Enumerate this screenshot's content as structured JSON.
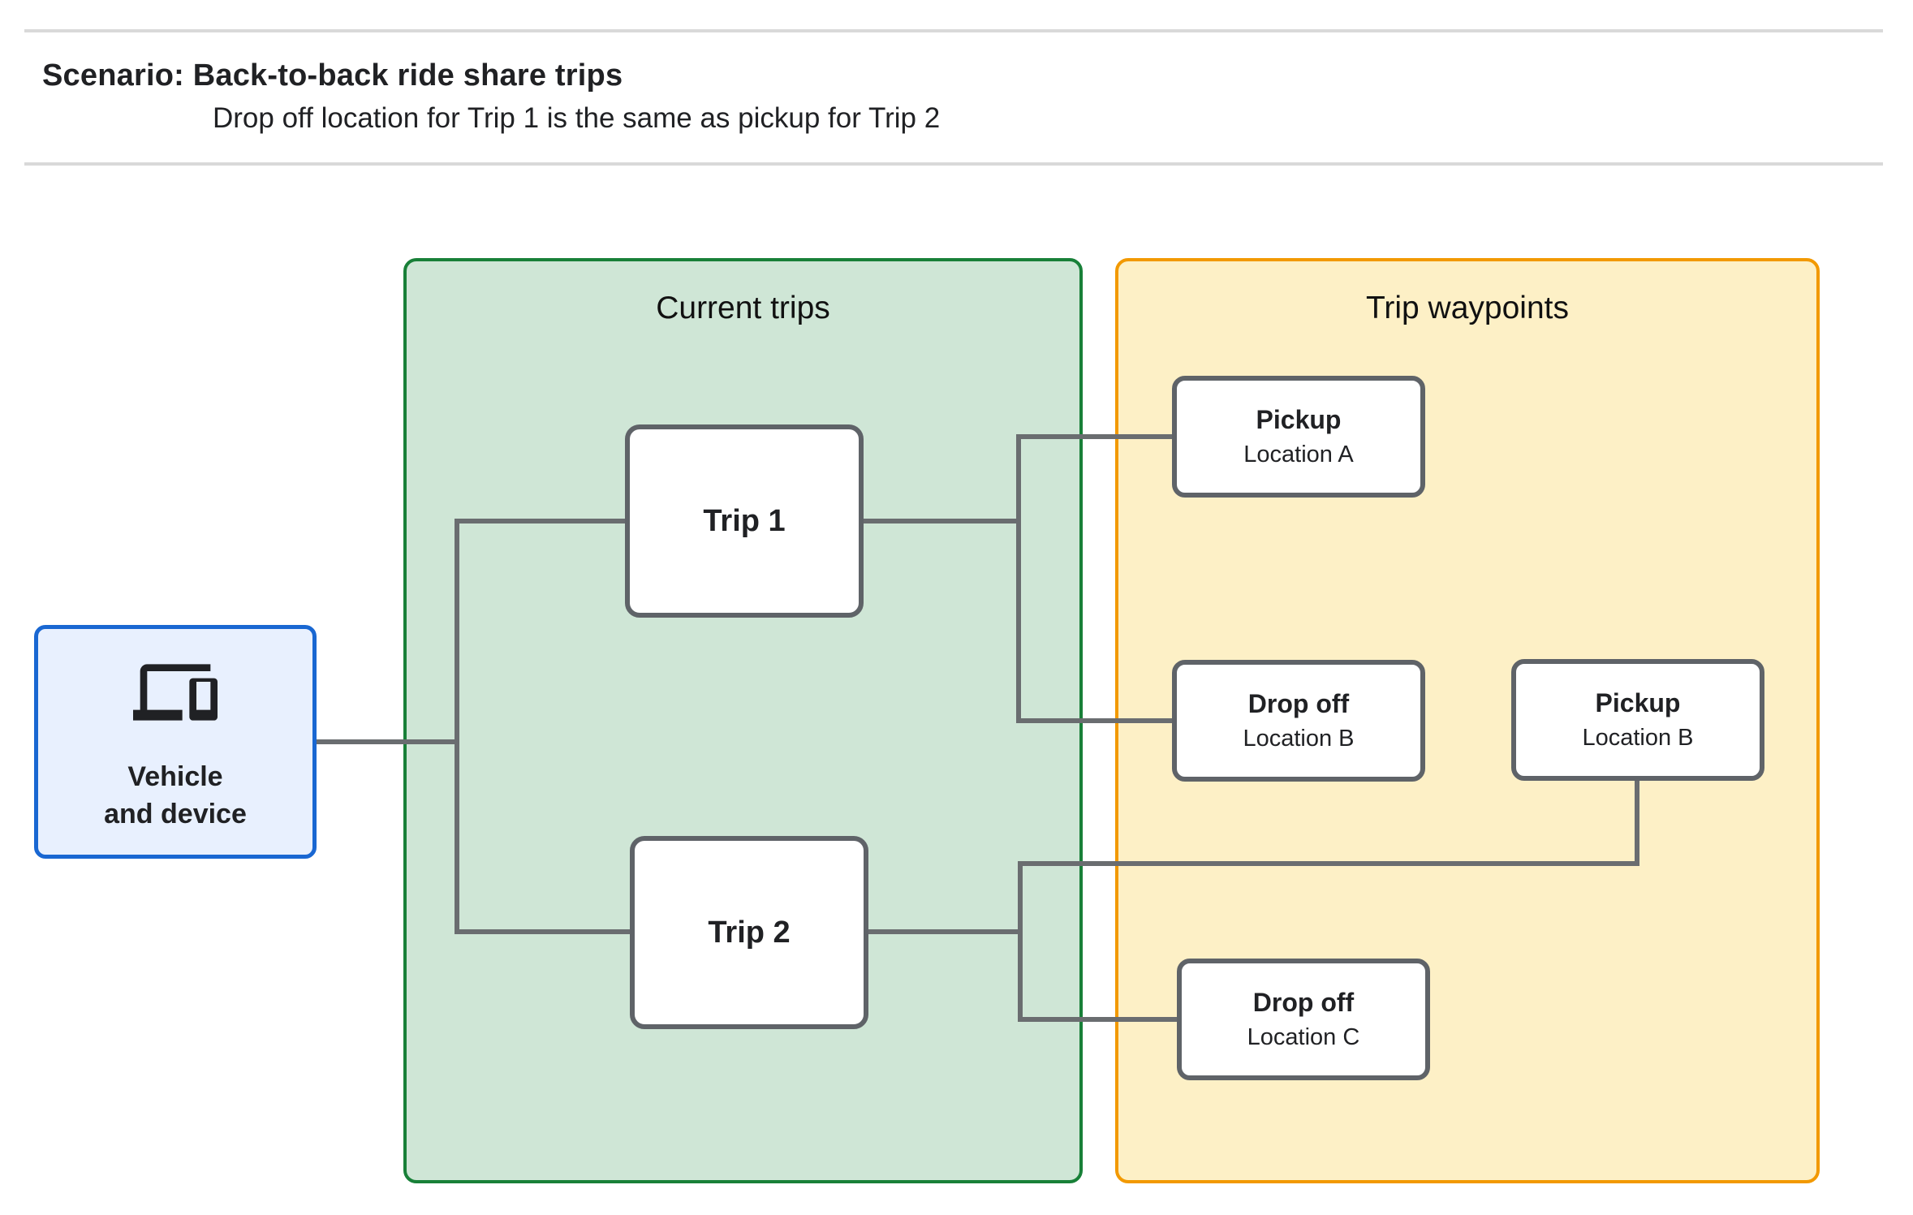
{
  "header": {
    "title": "Scenario: Back-to-back ride share trips",
    "subtitle": "Drop off  location for Trip 1 is the same as pickup for Trip 2"
  },
  "groups": {
    "current_trips": {
      "title": "Current trips"
    },
    "trip_waypoints": {
      "title": "Trip waypoints"
    }
  },
  "vehicle": {
    "icon": "devices-icon",
    "label_line1": "Vehicle",
    "label_line2": "and device"
  },
  "trips": [
    {
      "label": "Trip 1"
    },
    {
      "label": "Trip 2"
    }
  ],
  "waypoints": [
    {
      "title": "Pickup",
      "subtitle": "Location A"
    },
    {
      "title": "Drop off",
      "subtitle": "Location B"
    },
    {
      "title": "Pickup",
      "subtitle": "Location B"
    },
    {
      "title": "Drop off",
      "subtitle": "Location C"
    }
  ],
  "colors": {
    "page_bg": "#ffffff",
    "text": "#202124",
    "divider": "#d9d9d9",
    "connector": "#6a6d70",
    "node_border": "#5f6368",
    "vehicle_fill": "#e8f0fe",
    "vehicle_border": "#1967d2",
    "current_trips_fill": "#cfe6d6",
    "current_trips_border": "#188038",
    "waypoints_fill": "#fdf0c6",
    "waypoints_border": "#f29900"
  }
}
